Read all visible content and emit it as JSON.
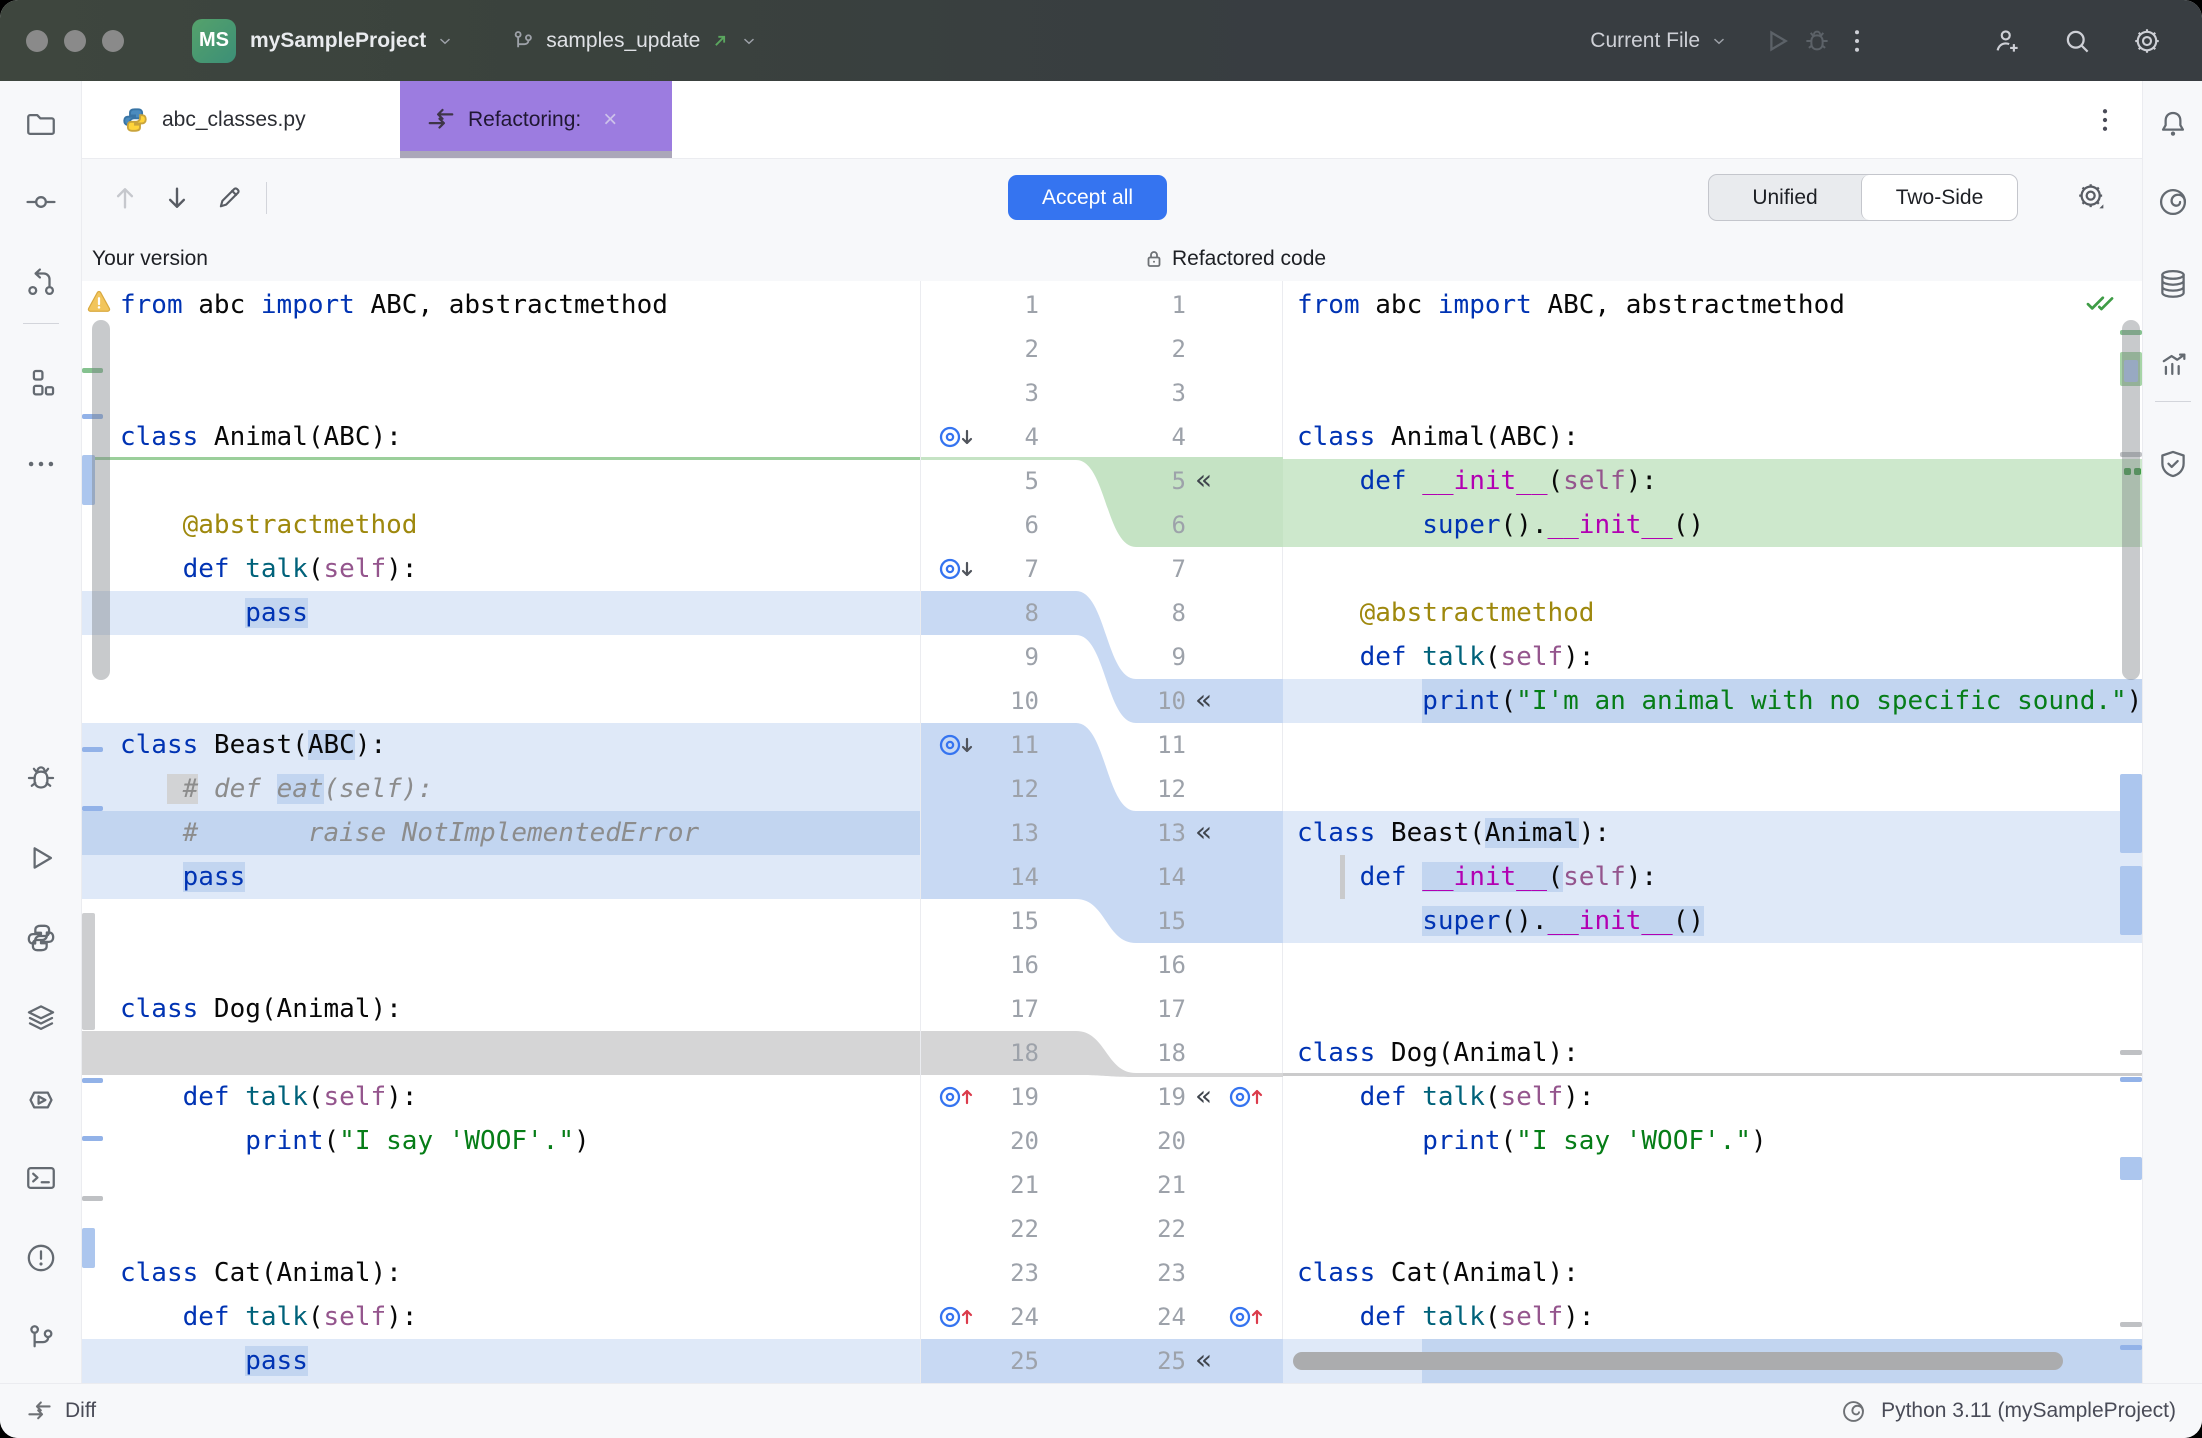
{
  "titlebar": {
    "project": "mySampleProject",
    "project_badge": "MS",
    "branch": "samples_update",
    "run_config": "Current File"
  },
  "tabs": {
    "file": "abc_classes.py",
    "refactoring": "Refactoring:"
  },
  "toolbar": {
    "accept_all": "Accept all",
    "view_unified": "Unified",
    "view_two_side": "Two-Side"
  },
  "headers": {
    "left": "Your version",
    "right": "Refactored code"
  },
  "statusbar": {
    "mode": "Diff",
    "interpreter": "Python 3.11 (mySampleProject)"
  },
  "colors": {
    "accent_blue": "#3574F0",
    "tab_purple": "#9C7CE0",
    "added_green": "#CDE8CC",
    "changed_blue": "#DFE9F8",
    "word_highlight_blue": "#C2D5F0",
    "removed_gray": "#D5D5D6",
    "error_red": "#DB3B4B",
    "ok_green": "#3F9C46"
  },
  "left_sidebar": {
    "top": [
      "folder",
      "commit",
      "update",
      "divider",
      "structure",
      "more"
    ],
    "bottom": [
      "bug",
      "play",
      "python",
      "layers",
      "python-console",
      "terminal",
      "problems",
      "git-branch"
    ]
  },
  "right_sidebar": {
    "top": [
      "bell",
      "ai-swirl",
      "database",
      "chart",
      "divider",
      "shield-check"
    ]
  },
  "left_pane": {
    "lines": [
      {
        "t": [
          [
            "k",
            "from"
          ],
          [
            "p",
            " abc "
          ],
          [
            "k",
            "import"
          ],
          [
            "p",
            " ABC, abstractmethod"
          ]
        ]
      },
      {},
      {},
      {
        "t": [
          [
            "k",
            "class"
          ],
          [
            "p",
            " Animal(ABC):"
          ]
        ]
      },
      {},
      {
        "t": [
          [
            "p",
            "    "
          ],
          [
            "a",
            "@abstractmethod"
          ]
        ]
      },
      {
        "t": [
          [
            "p",
            "    "
          ],
          [
            "k",
            "def"
          ],
          [
            "p",
            " "
          ],
          [
            "f",
            "talk"
          ],
          [
            "p",
            "("
          ],
          [
            "s",
            "self"
          ],
          [
            "p",
            "):"
          ]
        ]
      },
      {
        "bg": "bgl",
        "t": [
          [
            "p",
            "        "
          ],
          [
            "k h",
            "pass"
          ]
        ]
      },
      {},
      {},
      {
        "bg": "bgl",
        "t": [
          [
            "k",
            "class"
          ],
          [
            "p",
            " Beast("
          ],
          [
            "p h",
            "ABC"
          ],
          [
            "p",
            "):"
          ]
        ]
      },
      {
        "bg": "bgl",
        "t": [
          [
            "c",
            "   "
          ],
          [
            "c gb",
            " #"
          ],
          [
            "c",
            " def "
          ],
          [
            "c h",
            "eat"
          ],
          [
            "c",
            "(self):"
          ]
        ]
      },
      {
        "bg": "bgm",
        "t": [
          [
            "c",
            "    #       raise NotImplementedError"
          ]
        ]
      },
      {
        "bg": "bgl",
        "t": [
          [
            "p",
            "    "
          ],
          [
            "k h",
            "pass"
          ]
        ]
      },
      {},
      {},
      {
        "t": [
          [
            "k",
            "class"
          ],
          [
            "p",
            " Dog(Animal):"
          ]
        ]
      },
      {
        "bg": "bgg"
      },
      {
        "t": [
          [
            "p",
            "    "
          ],
          [
            "k",
            "def"
          ],
          [
            "p",
            " "
          ],
          [
            "f",
            "talk"
          ],
          [
            "p",
            "("
          ],
          [
            "s",
            "self"
          ],
          [
            "p",
            "):"
          ]
        ]
      },
      {
        "t": [
          [
            "p",
            "        "
          ],
          [
            "k",
            "print"
          ],
          [
            "p",
            "("
          ],
          [
            "g",
            "\"I say 'WOOF'.\""
          ],
          [
            "p",
            ")"
          ]
        ]
      },
      {},
      {},
      {
        "t": [
          [
            "k",
            "class"
          ],
          [
            "p",
            " Cat(Animal):"
          ]
        ]
      },
      {
        "t": [
          [
            "p",
            "    "
          ],
          [
            "k",
            "def"
          ],
          [
            "p",
            " "
          ],
          [
            "f",
            "talk"
          ],
          [
            "p",
            "("
          ],
          [
            "s",
            "self"
          ],
          [
            "p",
            "):"
          ]
        ]
      },
      {
        "bg": "bgl",
        "t": [
          [
            "p",
            "        "
          ],
          [
            "k h",
            "pass"
          ]
        ]
      }
    ]
  },
  "right_pane": {
    "lines": [
      {
        "t": [
          [
            "k",
            "from"
          ],
          [
            "p",
            " abc "
          ],
          [
            "k",
            "import"
          ],
          [
            "p",
            " ABC, abstractmethod"
          ]
        ]
      },
      {},
      {},
      {
        "t": [
          [
            "k",
            "class"
          ],
          [
            "p",
            " Animal(ABC):"
          ]
        ]
      },
      {
        "bg": "bggr",
        "t": [
          [
            "p",
            "    "
          ],
          [
            "k",
            "def"
          ],
          [
            "p",
            " "
          ],
          [
            "d",
            "__init__"
          ],
          [
            "p",
            "("
          ],
          [
            "s",
            "self"
          ],
          [
            "p",
            "):"
          ]
        ]
      },
      {
        "bg": "bggr",
        "t": [
          [
            "p",
            "        "
          ],
          [
            "k",
            "super"
          ],
          [
            "p",
            "()."
          ],
          [
            "d",
            "__init__"
          ],
          [
            "p",
            "()"
          ]
        ]
      },
      {},
      {
        "t": [
          [
            "p",
            "    "
          ],
          [
            "a",
            "@abstractmethod"
          ]
        ]
      },
      {
        "t": [
          [
            "p",
            "    "
          ],
          [
            "k",
            "def"
          ],
          [
            "p",
            " "
          ],
          [
            "f",
            "talk"
          ],
          [
            "p",
            "("
          ],
          [
            "s",
            "self"
          ],
          [
            "p",
            "):"
          ]
        ]
      },
      {
        "bg": "bgl",
        "ext": true,
        "t": [
          [
            "p",
            "        "
          ],
          [
            "k",
            "print"
          ],
          [
            "p",
            "("
          ],
          [
            "g",
            "\"I'm an animal with no specific sound.\""
          ],
          [
            "p",
            ")"
          ]
        ]
      },
      {},
      {},
      {
        "bg": "bgl",
        "t": [
          [
            "k",
            "class"
          ],
          [
            "p",
            " Beast("
          ],
          [
            "p h",
            "Animal"
          ],
          [
            "p",
            "):"
          ]
        ]
      },
      {
        "bg": "bgl",
        "bar": true,
        "t": [
          [
            "p",
            "    "
          ],
          [
            "k",
            "def"
          ],
          [
            "p",
            " "
          ],
          [
            "d h",
            "__init__"
          ],
          [
            "p h",
            "("
          ],
          [
            "s",
            "self"
          ],
          [
            "p",
            "):"
          ]
        ]
      },
      {
        "bg": "bgl",
        "t": [
          [
            "p",
            "        "
          ],
          [
            "k h",
            "super"
          ],
          [
            "p h",
            "()."
          ],
          [
            "d h",
            "__init__"
          ],
          [
            "p h",
            "()"
          ]
        ]
      },
      {},
      {},
      {
        "t": [
          [
            "k",
            "class"
          ],
          [
            "p",
            " Dog(Animal):"
          ]
        ]
      },
      {
        "t": [
          [
            "p",
            "    "
          ],
          [
            "k",
            "def"
          ],
          [
            "p",
            " "
          ],
          [
            "f",
            "talk"
          ],
          [
            "p",
            "("
          ],
          [
            "s",
            "self"
          ],
          [
            "p",
            "):"
          ]
        ]
      },
      {
        "t": [
          [
            "p",
            "        "
          ],
          [
            "k",
            "print"
          ],
          [
            "p",
            "("
          ],
          [
            "g",
            "\"I say 'WOOF'.\""
          ],
          [
            "p",
            ")"
          ]
        ]
      },
      {},
      {},
      {
        "t": [
          [
            "k",
            "class"
          ],
          [
            "p",
            " Cat(Animal):"
          ]
        ]
      },
      {
        "t": [
          [
            "p",
            "    "
          ],
          [
            "k",
            "def"
          ],
          [
            "p",
            " "
          ],
          [
            "f",
            "talk"
          ],
          [
            "p",
            "("
          ],
          [
            "s",
            "self"
          ],
          [
            "p",
            "):"
          ]
        ]
      },
      {
        "bg": "bgl",
        "ext": true
      }
    ]
  },
  "gutter": {
    "rows": [
      {
        "l": "1",
        "r": "1"
      },
      {
        "l": "2",
        "r": "2"
      },
      {
        "l": "3",
        "r": "3"
      },
      {
        "l": "4",
        "r": "4",
        "li": "down"
      },
      {
        "l": "5",
        "r": "5",
        "ch": true
      },
      {
        "l": "6",
        "r": "6"
      },
      {
        "l": "7",
        "r": "7",
        "li": "down"
      },
      {
        "l": "8",
        "r": "8"
      },
      {
        "l": "9",
        "r": "9"
      },
      {
        "l": "10",
        "r": "10",
        "ch": true
      },
      {
        "l": "11",
        "r": "11",
        "li": "down"
      },
      {
        "l": "12",
        "r": "12"
      },
      {
        "l": "13",
        "r": "13",
        "ch": true
      },
      {
        "l": "14",
        "r": "14"
      },
      {
        "l": "15",
        "r": "15"
      },
      {
        "l": "16",
        "r": "16"
      },
      {
        "l": "17",
        "r": "17"
      },
      {
        "l": "18",
        "r": "18"
      },
      {
        "l": "19",
        "r": "19",
        "li": "up",
        "ch": true,
        "ri": "up"
      },
      {
        "l": "20",
        "r": "20"
      },
      {
        "l": "21",
        "r": "21"
      },
      {
        "l": "22",
        "r": "22"
      },
      {
        "l": "23",
        "r": "23"
      },
      {
        "l": "24",
        "r": "24",
        "li": "up",
        "ri": "up"
      },
      {
        "l": "25",
        "r": "25",
        "ch": true
      }
    ]
  }
}
